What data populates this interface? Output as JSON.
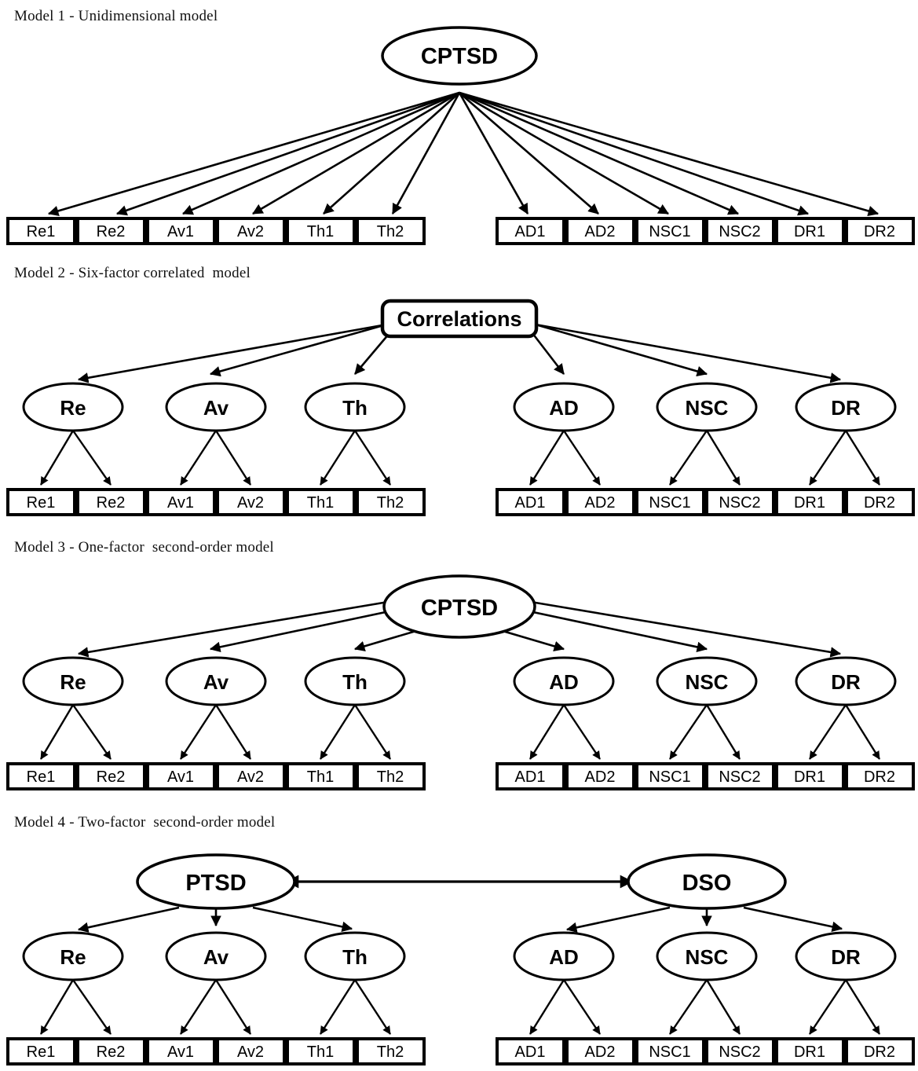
{
  "figure": {
    "kind": "structural-equation-model-diagram",
    "description": "Four alternative confirmatory factor analysis model diagrams for CPTSD symptom structure"
  },
  "models": [
    {
      "id": "model-1",
      "title": "Model 1 - Unidimensional model",
      "top_node": {
        "label": "CPTSD",
        "shape": "ellipse"
      },
      "factors": [],
      "indicators": [
        "Re1",
        "Re2",
        "Av1",
        "Av2",
        "Th1",
        "Th2",
        "AD1",
        "AD2",
        "NSC1",
        "NSC2",
        "DR1",
        "DR2"
      ]
    },
    {
      "id": "model-2",
      "title": "Model 2 - Six-factor correlated  model",
      "top_node": {
        "label": "Correlations",
        "shape": "rounded-rect"
      },
      "factors": [
        {
          "label": "Re",
          "indicators": [
            "Re1",
            "Re2"
          ]
        },
        {
          "label": "Av",
          "indicators": [
            "Av1",
            "Av2"
          ]
        },
        {
          "label": "Th",
          "indicators": [
            "Th1",
            "Th2"
          ]
        },
        {
          "label": "AD",
          "indicators": [
            "AD1",
            "AD2"
          ]
        },
        {
          "label": "NSC",
          "indicators": [
            "NSC1",
            "NSC2"
          ]
        },
        {
          "label": "DR",
          "indicators": [
            "DR1",
            "DR2"
          ]
        }
      ]
    },
    {
      "id": "model-3",
      "title": "Model 3 - One-factor  second-order model",
      "top_node": {
        "label": "CPTSD",
        "shape": "ellipse"
      },
      "factors": [
        {
          "label": "Re",
          "indicators": [
            "Re1",
            "Re2"
          ]
        },
        {
          "label": "Av",
          "indicators": [
            "Av1",
            "Av2"
          ]
        },
        {
          "label": "Th",
          "indicators": [
            "Th1",
            "Th2"
          ]
        },
        {
          "label": "AD",
          "indicators": [
            "AD1",
            "AD2"
          ]
        },
        {
          "label": "NSC",
          "indicators": [
            "NSC1",
            "NSC2"
          ]
        },
        {
          "label": "DR",
          "indicators": [
            "DR1",
            "DR2"
          ]
        }
      ]
    },
    {
      "id": "model-4",
      "title": "Model 4 - Two-factor  second-order model",
      "top_nodes": [
        {
          "label": "PTSD",
          "shape": "ellipse"
        },
        {
          "label": "DSO",
          "shape": "ellipse"
        }
      ],
      "correlation_arrow": {
        "type": "double-headed",
        "between": [
          "PTSD",
          "DSO"
        ]
      },
      "factors": [
        {
          "label": "Re",
          "parent": "PTSD",
          "indicators": [
            "Re1",
            "Re2"
          ]
        },
        {
          "label": "Av",
          "parent": "PTSD",
          "indicators": [
            "Av1",
            "Av2"
          ]
        },
        {
          "label": "Th",
          "parent": "PTSD",
          "indicators": [
            "Th1",
            "Th2"
          ]
        },
        {
          "label": "AD",
          "parent": "DSO",
          "indicators": [
            "AD1",
            "AD2"
          ]
        },
        {
          "label": "NSC",
          "parent": "DSO",
          "indicators": [
            "NSC1",
            "NSC2"
          ]
        },
        {
          "label": "DR",
          "parent": "DSO",
          "indicators": [
            "DR1",
            "DR2"
          ]
        }
      ]
    }
  ],
  "colors": {
    "stroke": "#000000",
    "fill": "#ffffff",
    "text": "#000000"
  }
}
